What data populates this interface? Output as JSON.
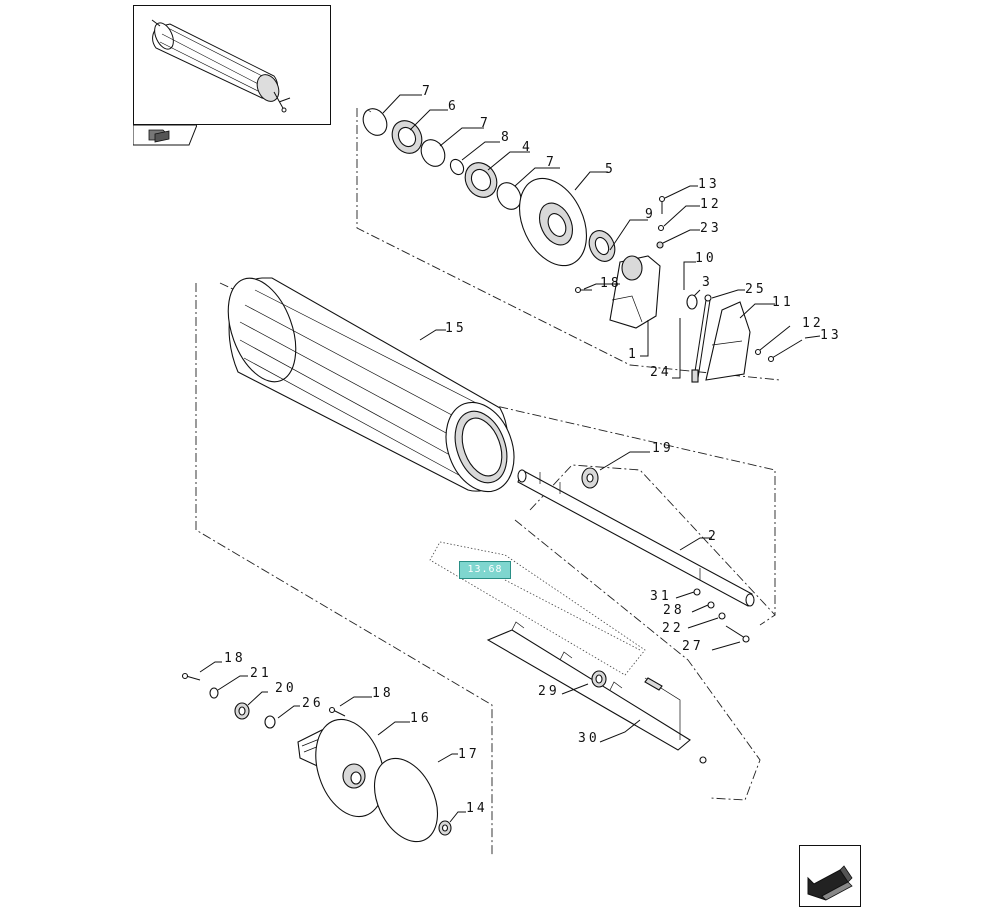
{
  "reference_badge": "13.68",
  "callouts": [
    {
      "id": "c7a",
      "text": "7"
    },
    {
      "id": "c6",
      "text": "6"
    },
    {
      "id": "c7b",
      "text": "7"
    },
    {
      "id": "c8",
      "text": "8"
    },
    {
      "id": "c4",
      "text": "4"
    },
    {
      "id": "c7c",
      "text": "7"
    },
    {
      "id": "c5",
      "text": "5"
    },
    {
      "id": "c13a",
      "text": "13"
    },
    {
      "id": "c12a",
      "text": "12"
    },
    {
      "id": "c23",
      "text": "23"
    },
    {
      "id": "c9",
      "text": "9"
    },
    {
      "id": "c10",
      "text": "10"
    },
    {
      "id": "c3",
      "text": "3"
    },
    {
      "id": "c18a",
      "text": "18"
    },
    {
      "id": "c25",
      "text": "25"
    },
    {
      "id": "c11",
      "text": "11"
    },
    {
      "id": "c12b",
      "text": "12"
    },
    {
      "id": "c13b",
      "text": "13"
    },
    {
      "id": "c1",
      "text": "1"
    },
    {
      "id": "c24",
      "text": "24"
    },
    {
      "id": "c15",
      "text": "15"
    },
    {
      "id": "c19",
      "text": "19"
    },
    {
      "id": "c2",
      "text": "2"
    },
    {
      "id": "c31",
      "text": "31"
    },
    {
      "id": "c28",
      "text": "28"
    },
    {
      "id": "c22",
      "text": "22"
    },
    {
      "id": "c27",
      "text": "27"
    },
    {
      "id": "c18b",
      "text": "18"
    },
    {
      "id": "c21",
      "text": "21"
    },
    {
      "id": "c20",
      "text": "20"
    },
    {
      "id": "c26",
      "text": "26"
    },
    {
      "id": "c18c",
      "text": "18"
    },
    {
      "id": "c16",
      "text": "16"
    },
    {
      "id": "c29",
      "text": "29"
    },
    {
      "id": "c30",
      "text": "30"
    },
    {
      "id": "c17",
      "text": "17"
    },
    {
      "id": "c14",
      "text": "14"
    }
  ],
  "icons": {
    "thumbnail": "assembly-thumbnail-icon",
    "tab": "book-page-icon",
    "next": "next-page-arrow-icon"
  },
  "colors": {
    "badge_fill": "#7fd6cf",
    "line": "#111111"
  }
}
